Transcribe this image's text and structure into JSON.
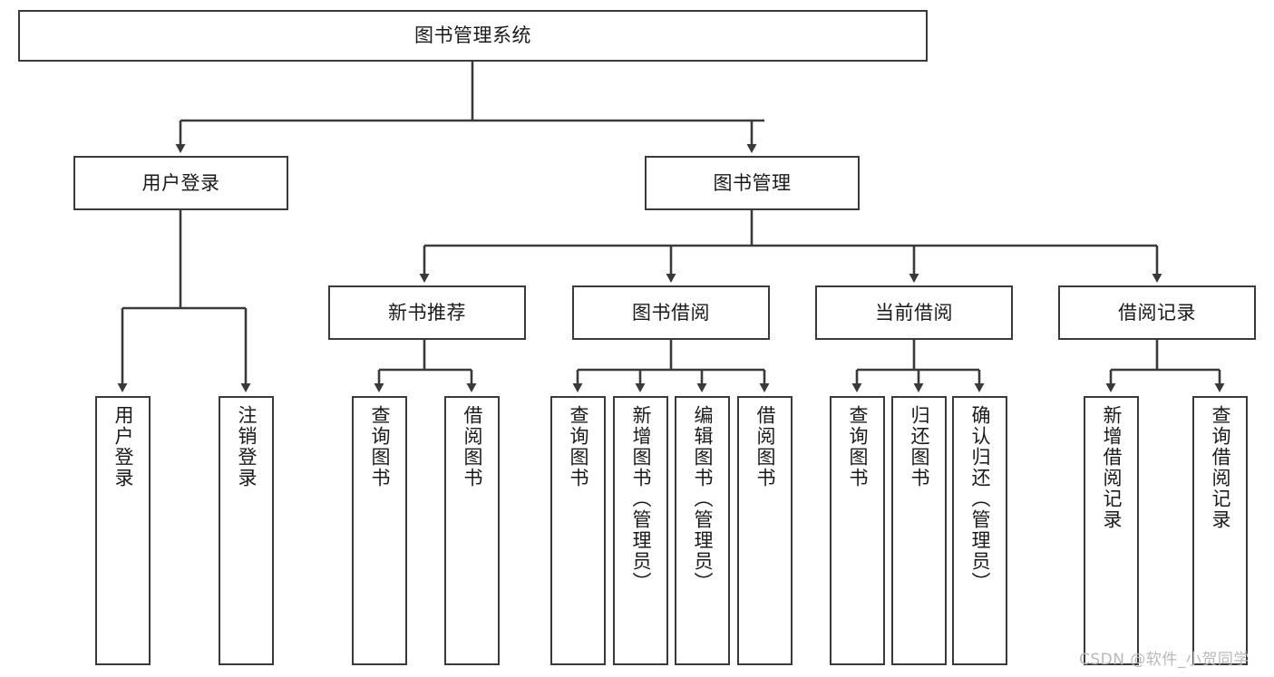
{
  "diagram": {
    "title": "图书管理系统",
    "type": "hierarchy-tree",
    "root": {
      "id": "root",
      "label": "图书管理系统"
    },
    "level1": [
      {
        "id": "user-login",
        "label": "用户登录"
      },
      {
        "id": "book-manage",
        "label": "图书管理"
      }
    ],
    "level2": [
      {
        "id": "new-book-rec",
        "label": "新书推荐",
        "parent": "book-manage"
      },
      {
        "id": "book-borrow",
        "label": "图书借阅",
        "parent": "book-manage"
      },
      {
        "id": "current-borrow",
        "label": "当前借阅",
        "parent": "book-manage"
      },
      {
        "id": "borrow-record",
        "label": "借阅记录",
        "parent": "book-manage"
      }
    ],
    "leaves": [
      {
        "id": "leaf-user-login",
        "label": "用户登录",
        "parent": "user-login"
      },
      {
        "id": "leaf-logout",
        "label": "注销登录",
        "parent": "user-login"
      },
      {
        "id": "leaf-query-book-1",
        "label": "查询图书",
        "parent": "new-book-rec"
      },
      {
        "id": "leaf-borrow-book-1",
        "label": "借阅图书",
        "parent": "new-book-rec"
      },
      {
        "id": "leaf-query-book-2",
        "label": "查询图书",
        "parent": "book-borrow"
      },
      {
        "id": "leaf-add-book",
        "label": "新增图书（管理员）",
        "parent": "book-borrow"
      },
      {
        "id": "leaf-edit-book",
        "label": "编辑图书（管理员）",
        "parent": "book-borrow"
      },
      {
        "id": "leaf-borrow-book-2",
        "label": "借阅图书",
        "parent": "book-borrow"
      },
      {
        "id": "leaf-query-book-3",
        "label": "查询图书",
        "parent": "current-borrow"
      },
      {
        "id": "leaf-return-book",
        "label": "归还图书",
        "parent": "current-borrow"
      },
      {
        "id": "leaf-confirm-return",
        "label": "确认归还（管理员）",
        "parent": "current-borrow"
      },
      {
        "id": "leaf-add-record",
        "label": "新增借阅记录",
        "parent": "borrow-record"
      },
      {
        "id": "leaf-query-record",
        "label": "查询借阅记录",
        "parent": "borrow-record"
      }
    ],
    "colors": {
      "stroke": "#3a3a3a",
      "text": "#1a1a1a",
      "background": "#ffffff",
      "watermark": "#b9b9b9"
    }
  },
  "watermark": {
    "text": "CSDN @软件_小贺同学"
  }
}
